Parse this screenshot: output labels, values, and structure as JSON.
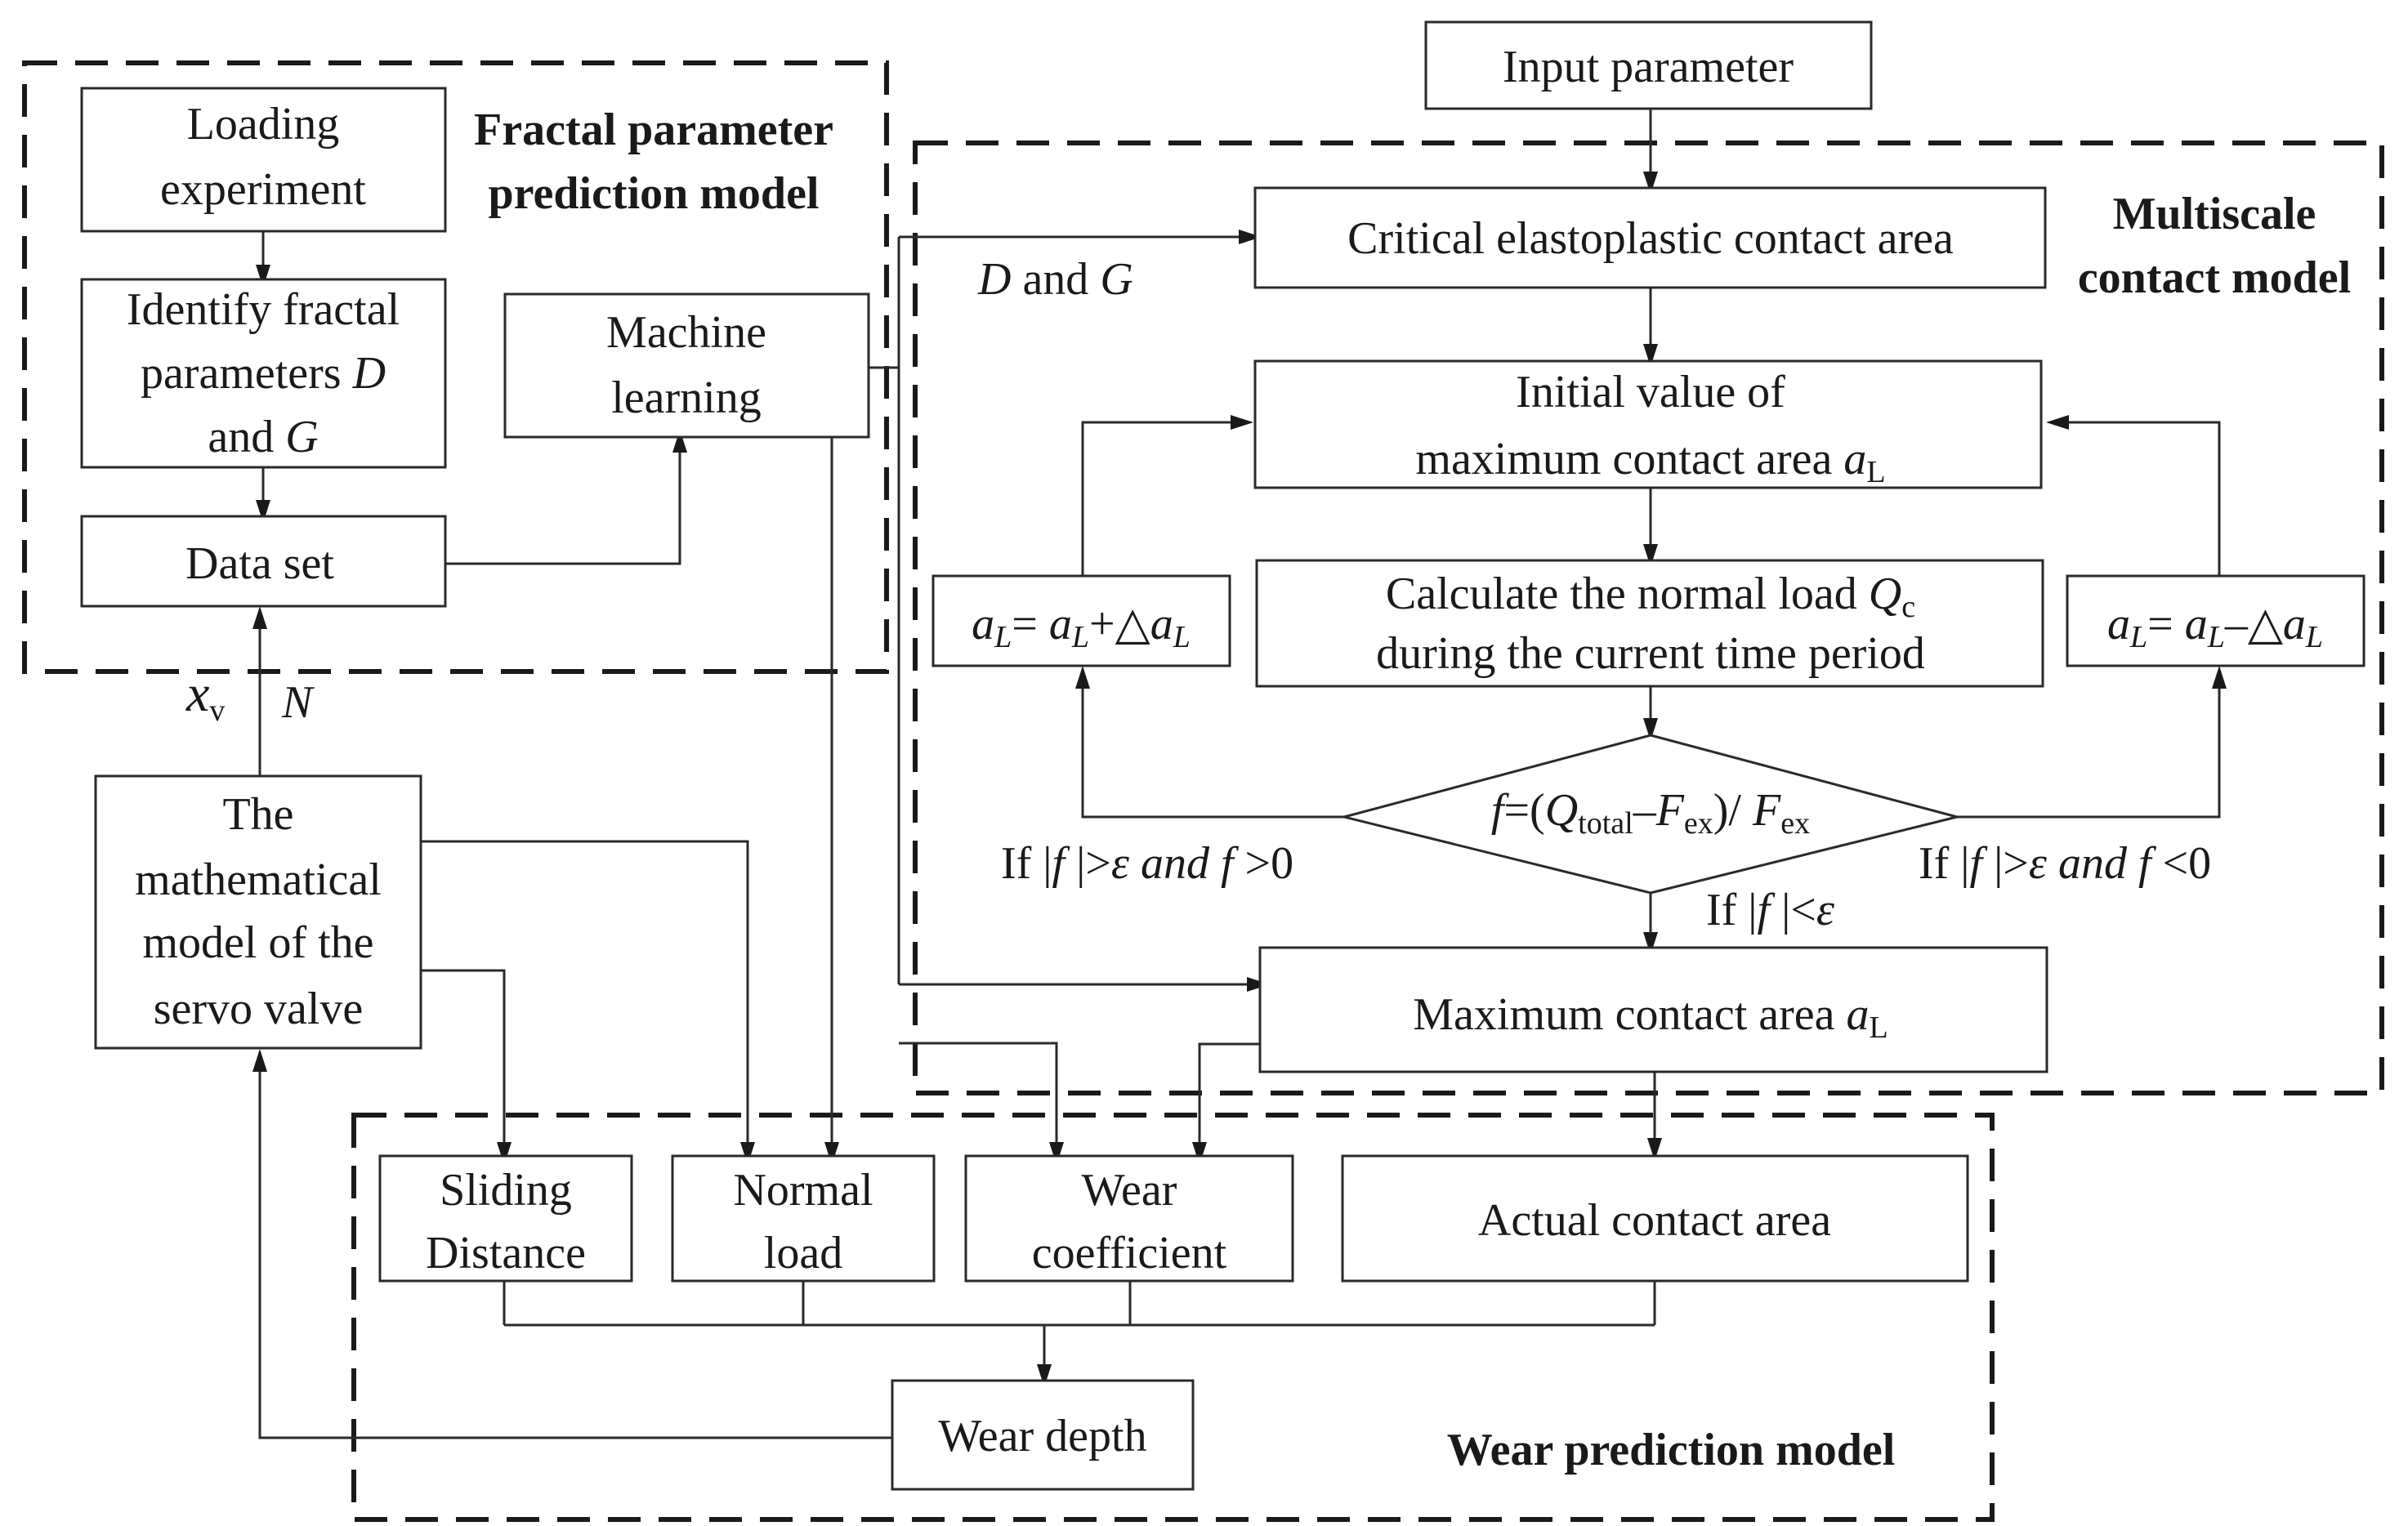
{
  "groups": {
    "fractal": [
      "Fractal parameter",
      "prediction model"
    ],
    "multiscale": [
      "Multiscale",
      "contact model"
    ],
    "wear": "Wear prediction model"
  },
  "boxes": {
    "input_parameter": "Input parameter",
    "loading_experiment": [
      "Loading",
      "experiment"
    ],
    "identify": [
      "Identify fractal",
      "parameters ",
      "D",
      "and ",
      "G"
    ],
    "data_set": "Data set",
    "machine_learning": [
      "Machine",
      "learning"
    ],
    "critical_area": "Critical elastoplastic contact area",
    "initial_value": [
      "Initial value of",
      "maximum contact area ",
      "a",
      "L"
    ],
    "calculate_load": [
      "Calculate the normal load ",
      "Q",
      "c",
      "during the current time period"
    ],
    "decision": [
      "f",
      "=(",
      "Q",
      "total",
      "–",
      "F",
      "ex",
      ")/ ",
      "F",
      "ex"
    ],
    "increase": [
      "a",
      "L",
      "= ",
      "a",
      "L",
      "+△",
      "a",
      "L"
    ],
    "decrease": [
      "a",
      "L",
      "= ",
      "a",
      "L",
      "–△",
      "a",
      "L"
    ],
    "max_contact": [
      "Maximum contact area ",
      "a",
      "L"
    ],
    "servo_model": [
      "The",
      "mathematical",
      "model of the",
      "servo valve"
    ],
    "sliding_distance": [
      "Sliding",
      "Distance"
    ],
    "normal_load": [
      "Normal",
      "load"
    ],
    "wear_coefficient": [
      "Wear",
      "coefficient"
    ],
    "actual_area": "Actual contact area",
    "wear_depth": "Wear depth"
  },
  "labels": {
    "d_and_g": [
      "D",
      " and ",
      "G"
    ],
    "xv": [
      "x",
      "v"
    ],
    "n": "N",
    "cond_pos": [
      "If |",
      "f",
      " |>",
      "ε",
      " and ",
      "f",
      " >0"
    ],
    "cond_neg": [
      "If |",
      "f",
      " |>",
      "ε",
      " and ",
      "f",
      " <0"
    ],
    "cond_conv": [
      "If |",
      "f",
      " |<",
      "ε"
    ]
  },
  "colors": {
    "stroke": "#1a1a1a",
    "background": "#ffffff"
  }
}
